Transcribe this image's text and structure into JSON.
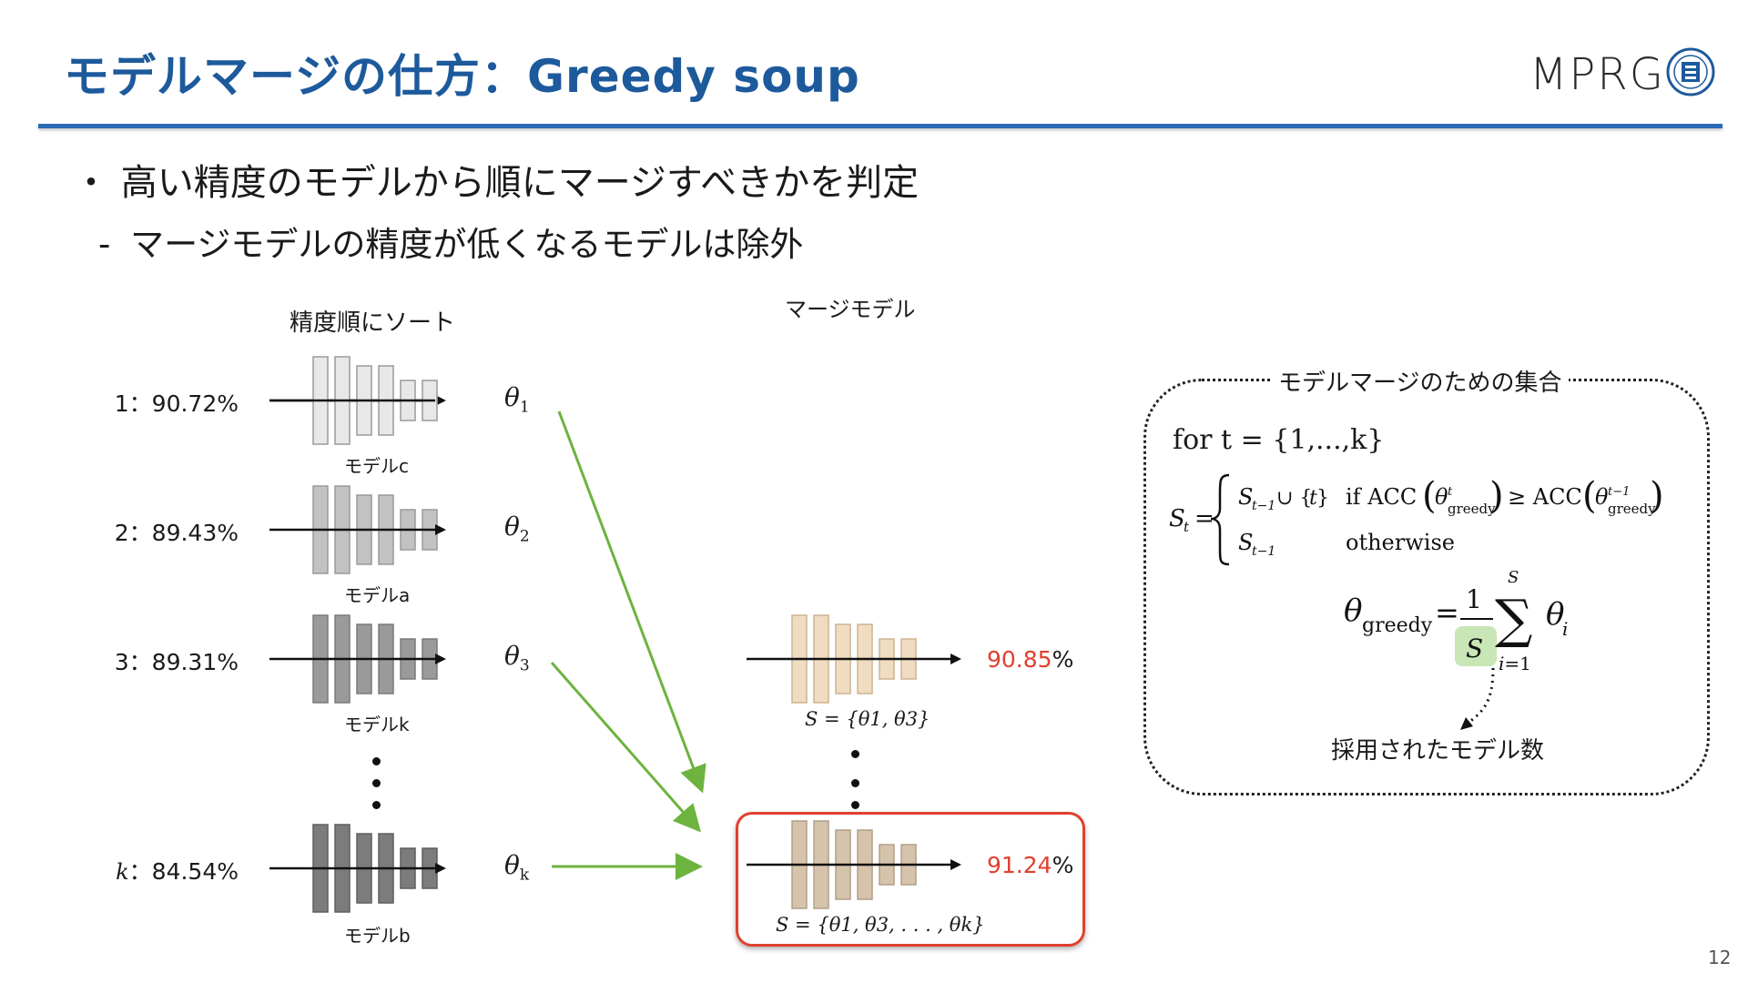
{
  "header": {
    "title": "モデルマージの仕方：Greedy soup",
    "logo_text": "MPRG"
  },
  "bullets": {
    "main": "高い精度のモデルから順にマージすべきかを判定",
    "main_marker": "・",
    "sub": "マージモデルの精度が低くなるモデルは除外",
    "sub_marker": "-"
  },
  "left_panel": {
    "heading": "精度順にソート",
    "models": [
      {
        "rank": "1：90.72%",
        "name": "モデルc",
        "theta": "θ",
        "theta_sub": "1",
        "color": "#e8e8e8"
      },
      {
        "rank": "2：89.43%",
        "name": "モデルa",
        "theta": "θ",
        "theta_sub": "2",
        "color": "#c2c2c2"
      },
      {
        "rank": "3：89.31%",
        "name": "モデルk",
        "theta": "θ",
        "theta_sub": "3",
        "color": "#9a9a9a"
      },
      {
        "rank_k": "k",
        "rank": "：84.54%",
        "name": "モデルb",
        "theta": "θ",
        "theta_sub": "k",
        "color": "#7c7c7c"
      }
    ]
  },
  "merge_panel": {
    "heading": "マージモデル",
    "merges": [
      {
        "acc_red": "90.85",
        "acc_pct": "%",
        "set_label": "S = {θ1, θ3}",
        "color": "#f0dcc0"
      },
      {
        "acc_red": "91.24",
        "acc_pct": "%",
        "set_label": "S = {θ1, θ3, . . . , θk}",
        "color": "#d6c3ab"
      }
    ]
  },
  "formula_panel": {
    "title": "モデルマージのための集合",
    "for_line": "for t = {1,...,k}",
    "adopted_label": "採用されたモデル数"
  },
  "colors": {
    "title_blue": "#1d5a9c",
    "arrow_green": "#6db33f",
    "accent_red": "#e0402e",
    "S_highlight": "#c9e6b7"
  },
  "footer": {
    "page_number": "12"
  }
}
